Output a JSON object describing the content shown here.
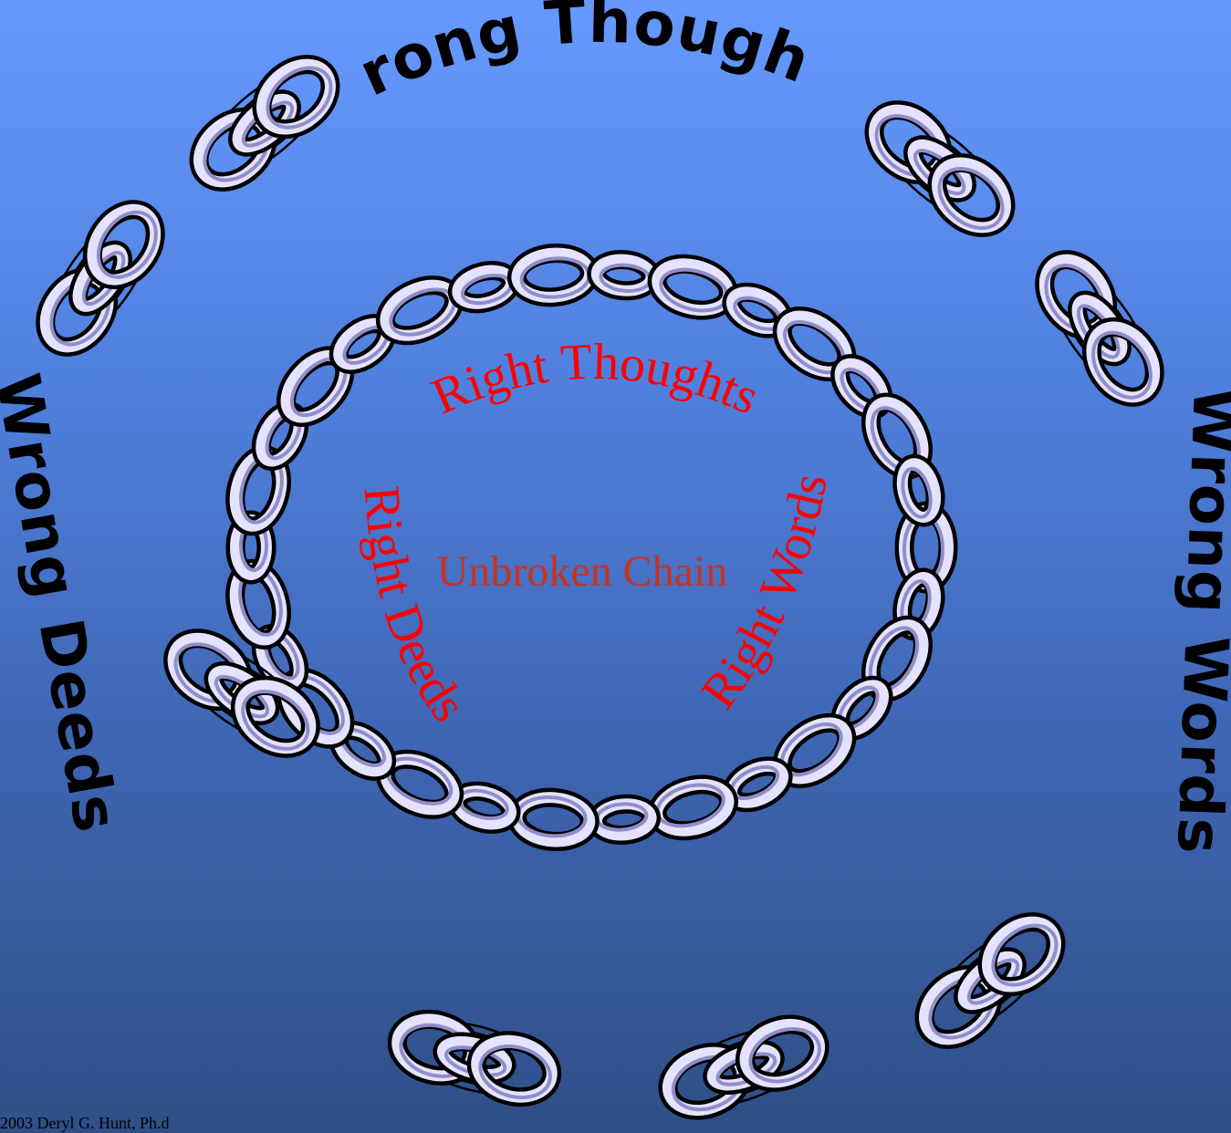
{
  "outer_labels": {
    "top": "Wrong Thoughts",
    "left": "Wrong Deeds",
    "right": "Wrong Words"
  },
  "inner_labels": {
    "top": "Right Thoughts",
    "left": "Right Deeds",
    "right": "Right Words",
    "center": "Unbroken Chain"
  },
  "footer": {
    "copyright": "2003 Deryl G. Hunt, Ph.d"
  },
  "colors": {
    "background_top": "#6699ff",
    "background_bottom": "#2f4f86",
    "wrong_text": "#000000",
    "right_text": "#ff0000",
    "center_text": "#c8321e",
    "chain_fill": "#e4e2ff"
  },
  "icons": {
    "broken_chain": "chain-fragment-icon",
    "unbroken_chain": "chain-ring-icon"
  }
}
